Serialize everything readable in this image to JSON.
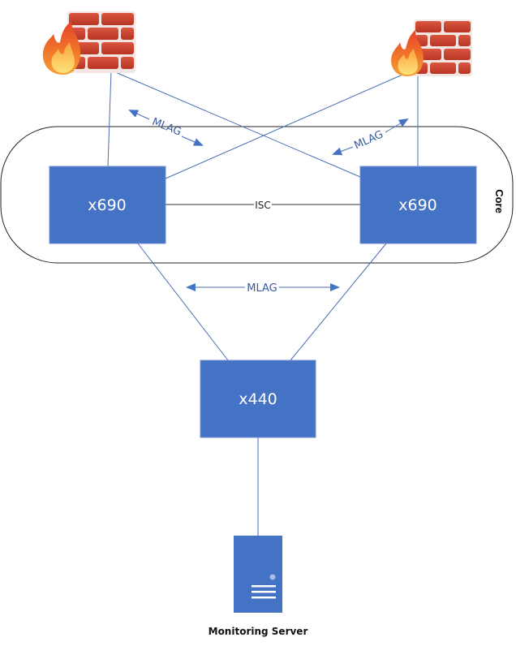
{
  "diagram": {
    "colors": {
      "switch_fill": "#4472c4",
      "link": "#4a6fb5",
      "core_border": "#222222",
      "brick": "#c8402c",
      "flame_outer": "#e8412a",
      "flame_inner": "#ffcc4d"
    },
    "core_group": {
      "label": "Core"
    },
    "firewalls": [
      {
        "id": "firewall-left",
        "icon": "firewall-icon"
      },
      {
        "id": "firewall-right",
        "icon": "firewall-icon"
      }
    ],
    "switches": {
      "core_left": {
        "label": "x690"
      },
      "core_right": {
        "label": "x690"
      },
      "access": {
        "label": "x440"
      }
    },
    "links": {
      "isc": {
        "label": "ISC"
      },
      "mlag_left": {
        "label": "MLAG"
      },
      "mlag_right": {
        "label": "MLAG"
      },
      "mlag_bottom": {
        "label": "MLAG"
      }
    },
    "server": {
      "label": "Monitoring Server",
      "icon": "server-icon"
    }
  }
}
